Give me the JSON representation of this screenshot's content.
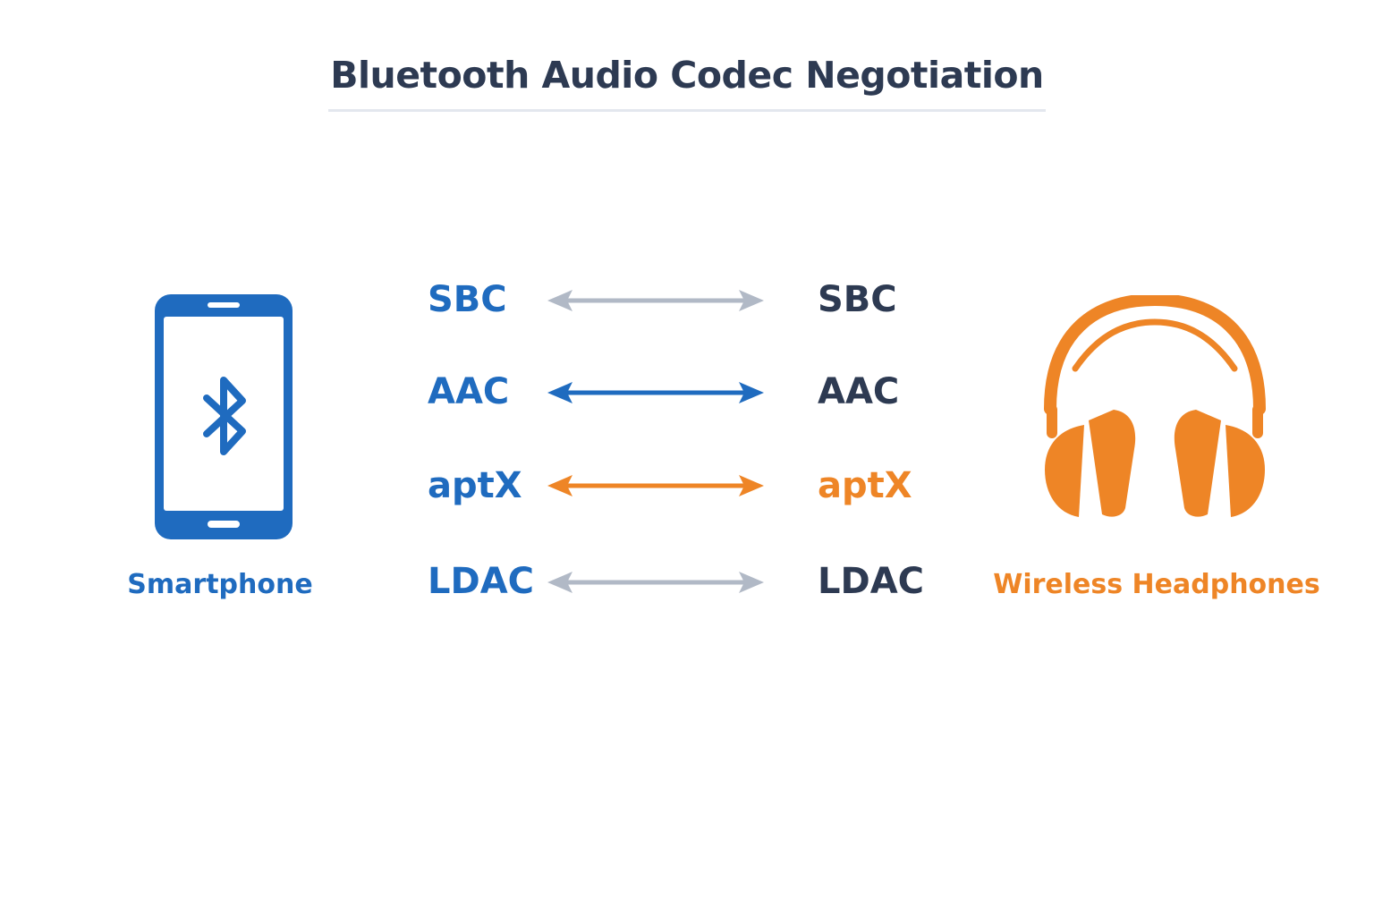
{
  "title": "Bluetooth Audio Codec Negotiation",
  "colors": {
    "blue": "#1f6bbf",
    "orange": "#ee8526",
    "gray": "#b1b9c6",
    "navy": "#2d3a52"
  },
  "devices": {
    "source": {
      "label": "Smartphone",
      "icon": "smartphone-bluetooth-icon"
    },
    "sink": {
      "label": "Wireless Headphones",
      "icon": "headphones-icon"
    }
  },
  "codecs": [
    {
      "source": "SBC",
      "sink": "SBC",
      "link": "gray",
      "sink_color": "navy"
    },
    {
      "source": "AAC",
      "sink": "AAC",
      "link": "blue",
      "sink_color": "navy"
    },
    {
      "source": "aptX",
      "sink": "aptX",
      "link": "orange",
      "sink_color": "orange"
    },
    {
      "source": "LDAC",
      "sink": "LDAC",
      "link": "gray",
      "sink_color": "navy"
    }
  ]
}
